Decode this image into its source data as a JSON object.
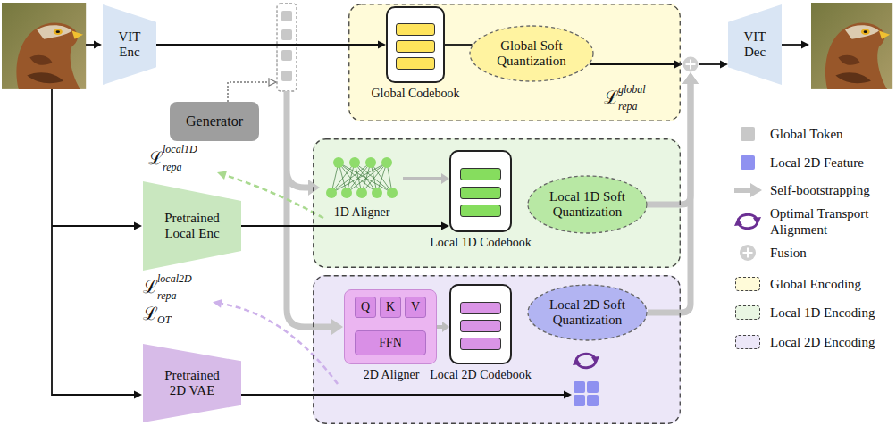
{
  "diagram": {
    "nodes": [
      {
        "text": [
          "VIT Enc"
        ]
      },
      {
        "text": []
      },
      {
        "text": [
          "Global Codebook"
        ],
        "in": 1
      },
      {
        "text": [
          "Global Soft Quantization"
        ],
        "in": 1
      },
      {
        "text": []
      },
      {
        "text": [
          "VIT Dec"
        ]
      },
      {
        "text": [
          "Generator"
        ]
      },
      {
        "text": [
          "Pretrained Local Enc"
        ]
      },
      {
        "text": []
      },
      {
        "text": [
          "1D Aligner"
        ],
        "in": 8
      },
      {
        "text": [
          "Local 1D Codebook"
        ],
        "in": 8
      },
      {
        "text": [
          "Local 1D Soft Quantization"
        ],
        "in": 8
      },
      {
        "text": [
          "Pretrained 2D VAE"
        ]
      },
      {
        "text": []
      },
      {
        "text": [
          "2D Aligner"
        ],
        "in": 13
      },
      {
        "text": [
          "Q"
        ],
        "in": 14
      },
      {
        "text": [
          "K"
        ],
        "in": 14
      },
      {
        "text": [
          "V"
        ],
        "in": 14
      },
      {
        "text": [
          "FFN"
        ],
        "in": 14
      },
      {
        "text": [
          "Local 2D Codebook"
        ],
        "in": 13
      },
      {
        "text": [
          "Local 2D Soft Quantization"
        ],
        "in": 13
      }
    ],
    "edges": [
      {
        "from": 0,
        "to": 2,
        "arrow": "to"
      },
      {
        "from": 2,
        "to": 3,
        "arrow": "none"
      },
      {
        "from": 3,
        "to": 4,
        "arrow": "to"
      },
      {
        "from": 4,
        "to": 5,
        "arrow": "to"
      },
      {
        "from": 7,
        "to": 10,
        "arrow": "to"
      },
      {
        "from": 9,
        "to": 10,
        "arrow": "to"
      },
      {
        "from": 11,
        "to": 4,
        "arrow": "to"
      },
      {
        "from": 14,
        "to": 19,
        "arrow": "to"
      },
      {
        "from": 20,
        "to": 4,
        "arrow": "to"
      }
    ],
    "labels": [
      "ℒ",
      "global",
      "repa",
      "ℒ",
      "local1D",
      "repa",
      "ℒ",
      "local2D",
      "repa",
      "ℒ",
      "OT"
    ],
    "legend": [
      {
        "text": "Global Token",
        "color": "#c8c8c8"
      },
      {
        "text": "Local 2D Feature",
        "color": "#8f91f0"
      },
      {
        "text": "Self-bootstrapping"
      },
      {
        "text": "Optimal Transport Alignment"
      },
      {
        "text": "Fusion"
      },
      {
        "text": "Global Encoding",
        "color": "#fffbd9"
      },
      {
        "text": "Local 1D Encoding",
        "color": "#e9f6e3"
      },
      {
        "text": "Local 2D Encoding",
        "color": "#ece7f8"
      }
    ]
  }
}
